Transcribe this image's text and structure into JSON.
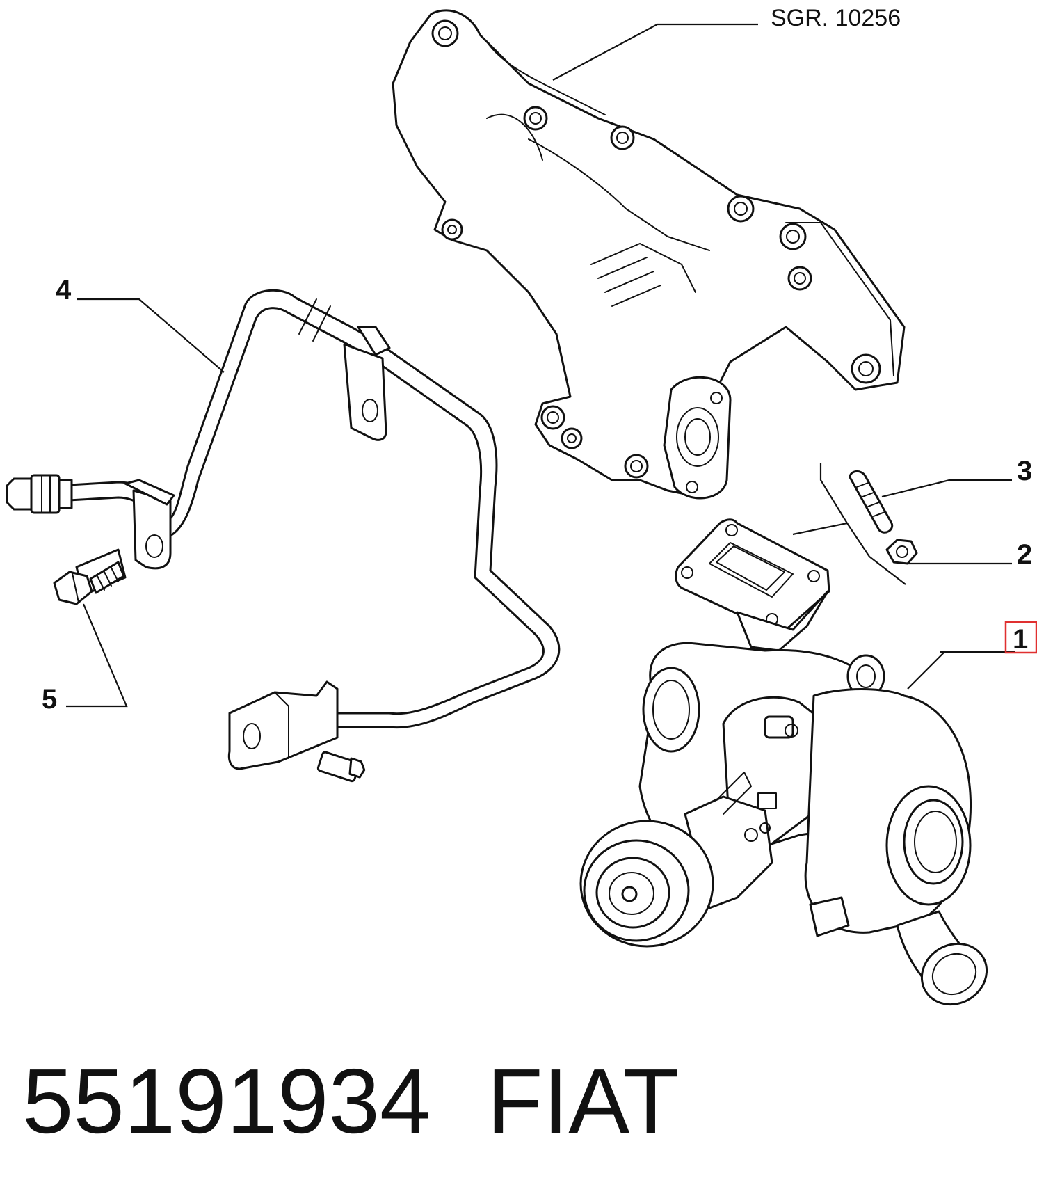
{
  "reference": {
    "text": "SGR. 10256"
  },
  "callouts": [
    {
      "id": "1",
      "label": "1",
      "highlighted": true
    },
    {
      "id": "2",
      "label": "2"
    },
    {
      "id": "3",
      "label": "3"
    },
    {
      "id": "4",
      "label": "4"
    },
    {
      "id": "5",
      "label": "5"
    }
  ],
  "footer": {
    "part_number": "55191934",
    "brand": "FIAT"
  },
  "colors": {
    "line": "#111111",
    "highlight": "#e03030",
    "background": "#ffffff"
  }
}
